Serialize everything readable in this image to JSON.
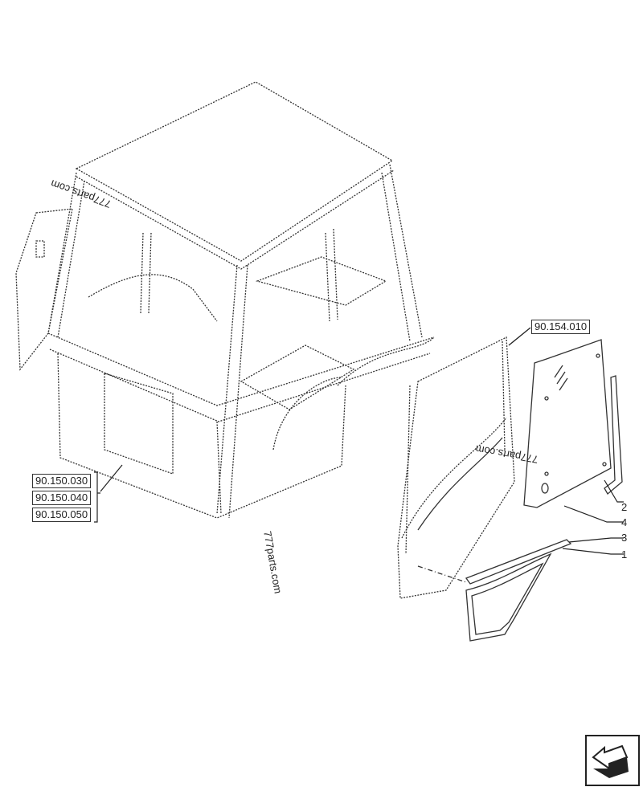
{
  "references": {
    "cab_frame": [
      "90.150.030",
      "90.150.040",
      "90.150.050"
    ],
    "door": "90.154.010"
  },
  "callouts": [
    "2",
    "4",
    "3",
    "1"
  ],
  "watermarks": [
    "777parts.com",
    "777parts.com",
    "777parts.com"
  ],
  "nav_icon": "arrow-down-left-icon"
}
